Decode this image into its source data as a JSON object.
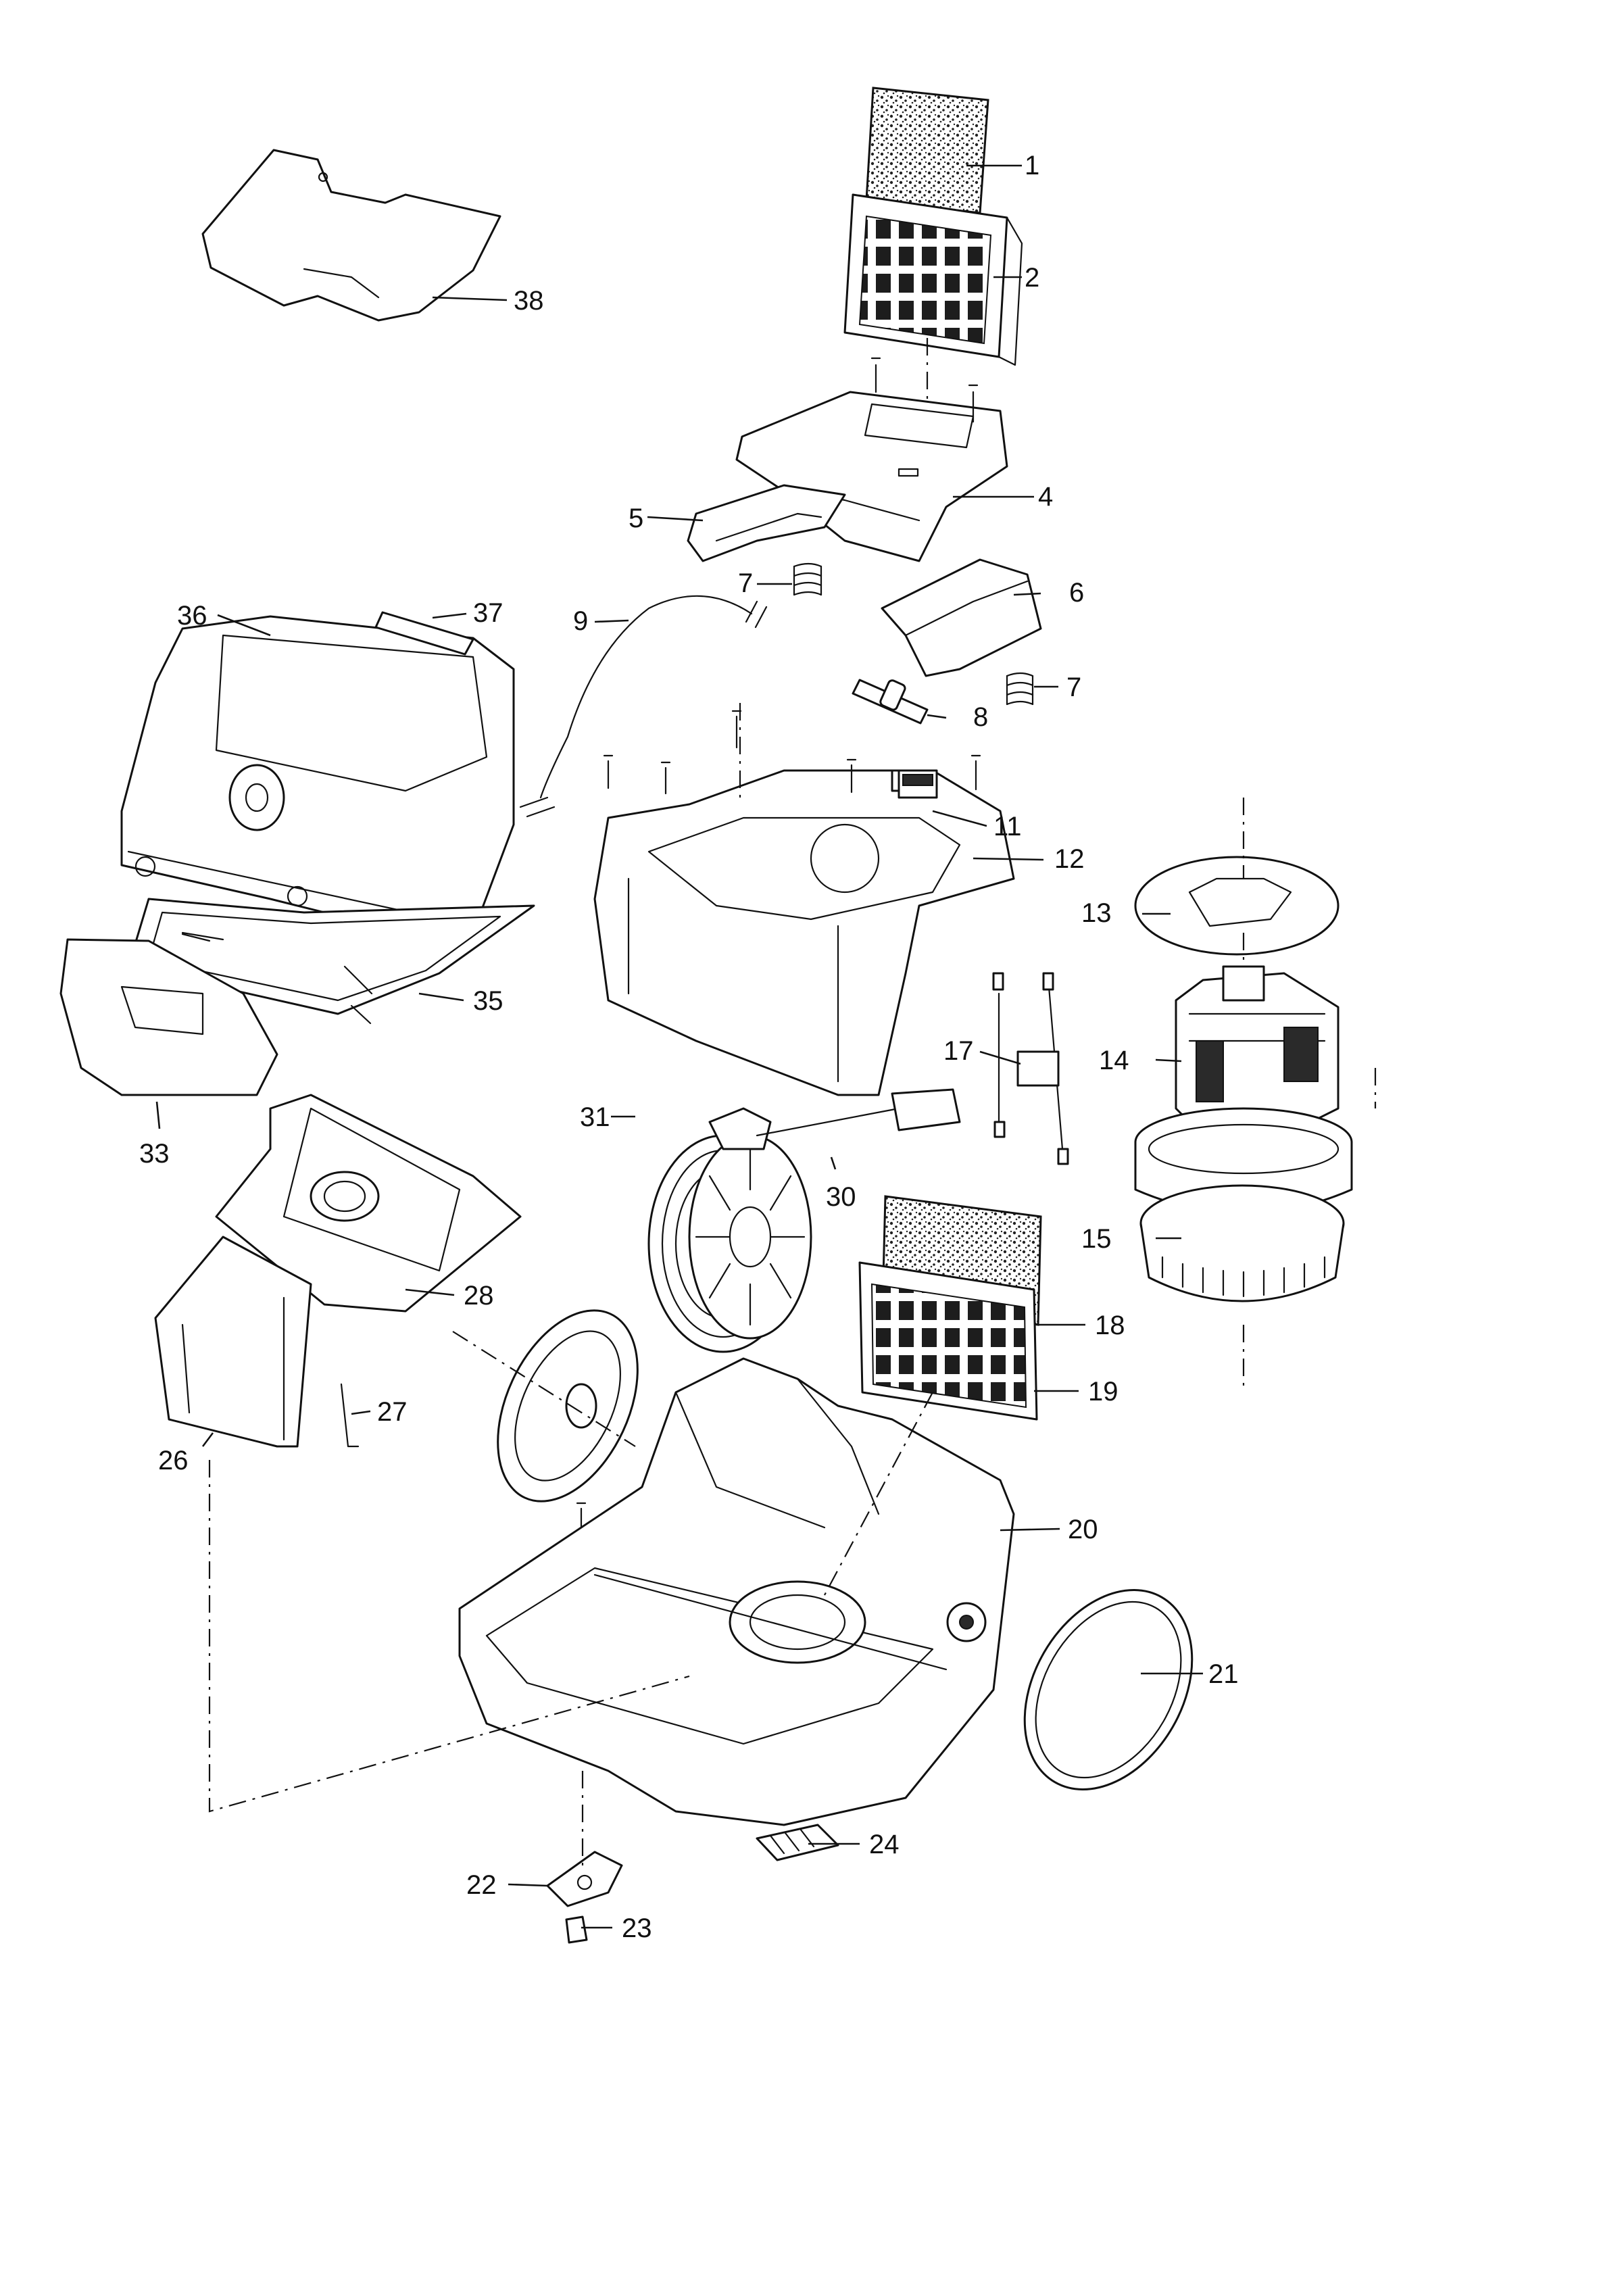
{
  "labels": {
    "p1": "1",
    "p2": "2",
    "p4": "4",
    "p5": "5",
    "p6": "6",
    "p7a": "7",
    "p7b": "7",
    "p8": "8",
    "p9": "9",
    "p11": "11",
    "p12": "12",
    "p13": "13",
    "p14": "14",
    "p15": "15",
    "p17": "17",
    "p18": "18",
    "p19": "19",
    "p20": "20",
    "p21": "21",
    "p22": "22",
    "p23": "23",
    "p24": "24",
    "p26": "26",
    "p27": "27",
    "p28": "28",
    "p30": "30",
    "p31": "31",
    "p33": "33",
    "p35": "35",
    "p36": "36",
    "p37": "37",
    "p38": "38"
  }
}
